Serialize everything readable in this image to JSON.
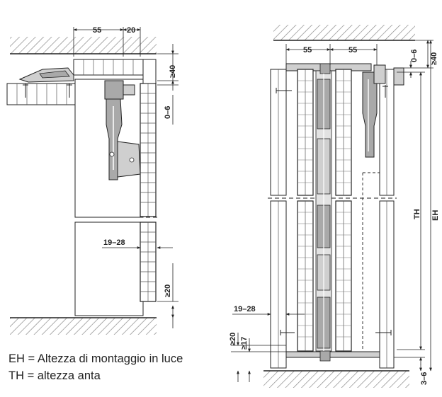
{
  "legend": {
    "eh": "EH = Altezza di montaggio in luce",
    "th": "TH = altezza anta"
  },
  "left_view": {
    "dim_55": "55",
    "dim_20": "20",
    "dim_ge40": "≥40",
    "dim_0_6": "0–6",
    "dim_19_28": "19–28",
    "dim_ge20": "≥20"
  },
  "right_view": {
    "dim_55_a": "55",
    "dim_55_b": "55",
    "dim_0_6": "0–6",
    "dim_ge40": "≥40",
    "dim_th": "TH",
    "dim_eh": "EH",
    "dim_19_28": "19–28",
    "dim_ge20": "≥20",
    "dim_ge17": "≥17",
    "dim_3_6": "3–6"
  },
  "colors": {
    "line": "#222222",
    "hatch": "#8a8a8a",
    "metal": "#a9a9a9",
    "metal_light": "#cfcfcf"
  }
}
